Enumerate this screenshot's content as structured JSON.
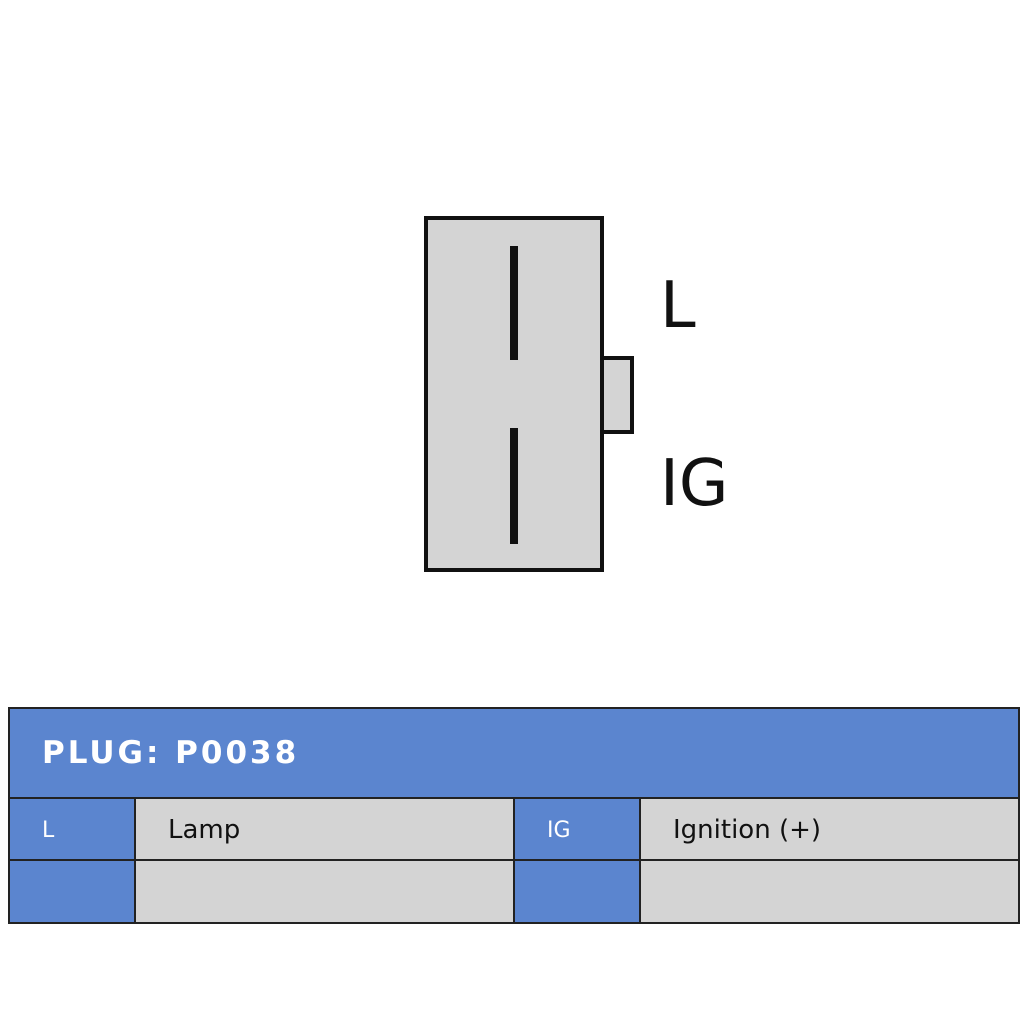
{
  "diagram": {
    "pin_labels": [
      {
        "id": "L",
        "text": "L"
      },
      {
        "id": "IG",
        "text": "IG"
      }
    ],
    "colors": {
      "connector_fill": "#d4d4d4",
      "outline": "#111111"
    }
  },
  "table": {
    "title": "PLUG: P0038",
    "rows": [
      [
        {
          "code": "L",
          "description": "Lamp"
        },
        {
          "code": "IG",
          "description": "Ignition (+)"
        }
      ],
      [
        {
          "code": "",
          "description": ""
        },
        {
          "code": "",
          "description": ""
        }
      ]
    ],
    "colors": {
      "header": "#5b85cf",
      "code_cell": "#5b85cf",
      "description_cell": "#d4d4d4",
      "border": "#222222"
    }
  }
}
